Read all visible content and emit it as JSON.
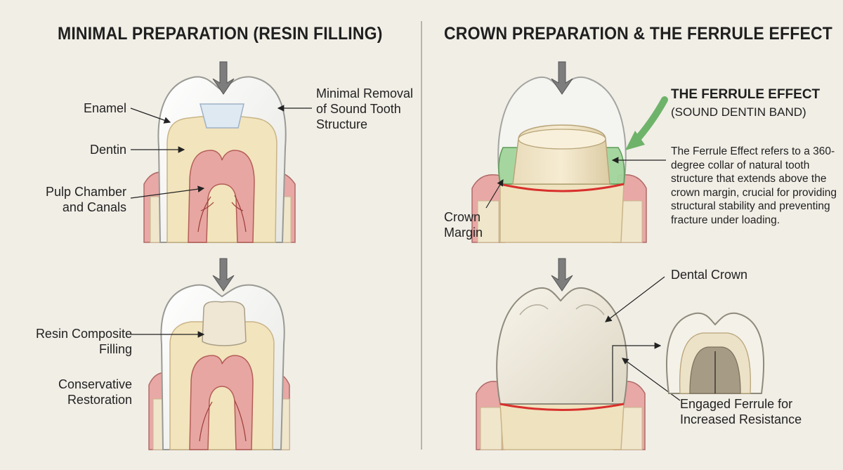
{
  "left_panel": {
    "title": "MINIMAL PREPARATION (RESIN FILLING)",
    "top_labels": {
      "enamel": "Enamel",
      "dentin": "Dentin",
      "pulp_line1": "Pulp Chamber",
      "pulp_line2": "and Canals",
      "removal_line1": "Minimal Removal",
      "removal_line2": "of Sound Tooth",
      "removal_line3": "Structure"
    },
    "bottom_labels": {
      "resin_line1": "Resin Composite",
      "resin_line2": "Filling",
      "conservative_line1": "Conservative",
      "conservative_line2": "Restoration"
    }
  },
  "right_panel": {
    "title": "CROWN PREPARATION & THE FERRULE EFFECT",
    "ferrule_heading": "THE FERRULE EFFECT",
    "ferrule_subheading": "(SOUND DENTIN BAND)",
    "ferrule_description": "The Ferrule Effect refers to a 360-degree collar of natural tooth structure that extends above the crown margin, crucial for providing structural stability and preventing fracture under loading.",
    "crown_margin_line1": "Crown",
    "crown_margin_line2": "Margin",
    "dental_crown": "Dental Crown",
    "engaged_line1": "Engaged Ferrule for",
    "engaged_line2": "Increased Resistance"
  },
  "colors": {
    "background": "#f1eee6",
    "enamel": "#f4f4f1",
    "dentin": "#f2e4bc",
    "pulp": "#e7a6a2",
    "gum": "#e8a8a5",
    "bone": "#f0e6cc",
    "ferrule_green": "#8ccc86",
    "margin_red": "#d8302c",
    "resin": "#efe6d4",
    "crown": "#eeeadd"
  }
}
